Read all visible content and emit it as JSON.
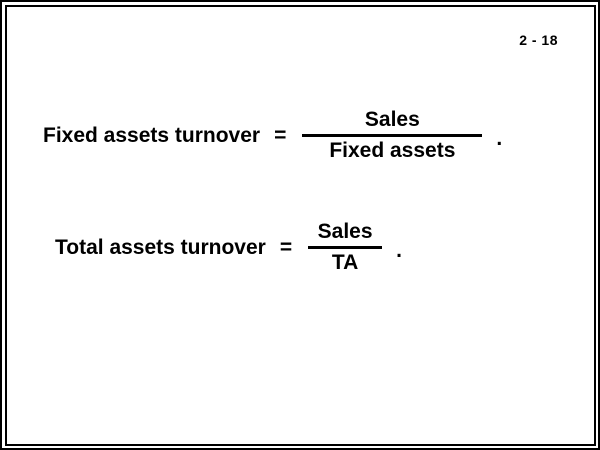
{
  "slide": {
    "number": "2 - 18",
    "background_color": "#ffffff",
    "text_color": "#000000",
    "border_color": "#000000"
  },
  "equations": [
    {
      "id": "fixed-assets-turnover",
      "label": "Fixed assets turnover",
      "equals": "=",
      "numerator": "Sales",
      "denominator": "Fixed assets",
      "trailing": "."
    },
    {
      "id": "total-assets-turnover",
      "label": "Total assets turnover",
      "equals": "=",
      "numerator": "Sales",
      "denominator": "TA",
      "trailing": "."
    }
  ]
}
